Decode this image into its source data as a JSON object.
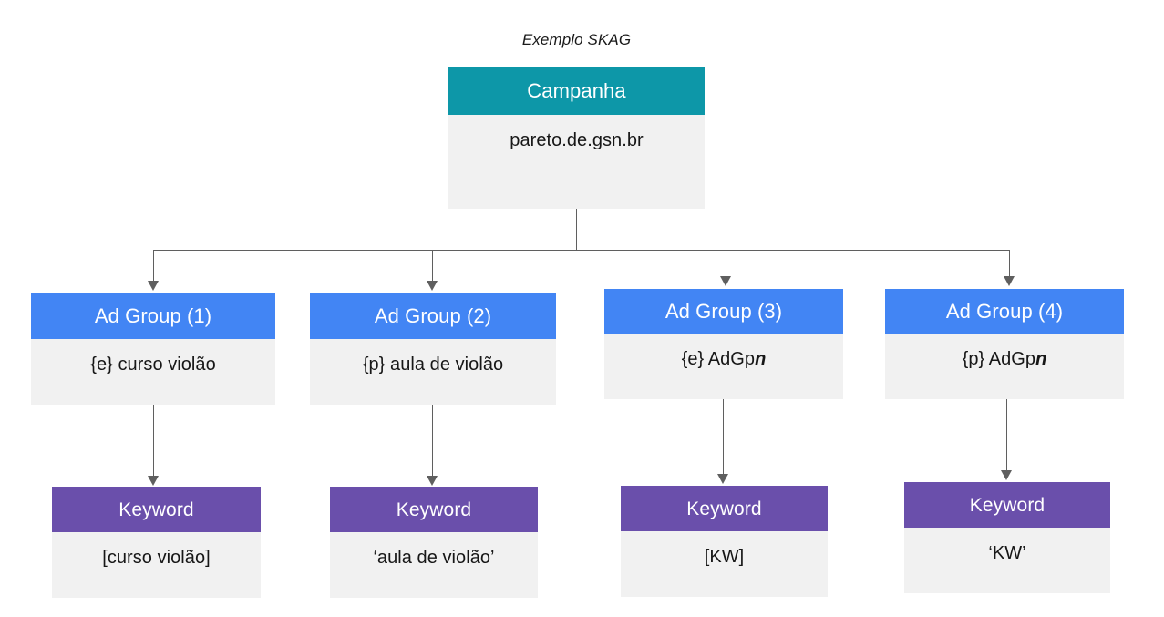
{
  "diagram": {
    "title": "Exemplo SKAG",
    "colors": {
      "campaign_header": "#0d97a8",
      "adgroup_header": "#4285f4",
      "keyword_header": "#6a4fab",
      "body_background": "#f1f1f1",
      "connector": "#5f5f5f",
      "page_background": "#ffffff"
    }
  },
  "campaign": {
    "header": "Campanha",
    "body": "pareto.de.gsn.br"
  },
  "ad_groups": [
    {
      "header": "Ad Group (1)",
      "body_prefix": "{e} curso violão",
      "body_italic": ""
    },
    {
      "header": "Ad Group (2)",
      "body_prefix": "{p} aula de violão",
      "body_italic": ""
    },
    {
      "header": "Ad Group (3)",
      "body_prefix": "{e} AdGp",
      "body_italic": "n"
    },
    {
      "header": "Ad Group (4)",
      "body_prefix": "{p} AdGp",
      "body_italic": "n"
    }
  ],
  "keywords": [
    {
      "header": "Keyword",
      "body": "[curso violão]"
    },
    {
      "header": "Keyword",
      "body": "‘aula de violão’"
    },
    {
      "header": "Keyword",
      "body": "[KW]"
    },
    {
      "header": "Keyword",
      "body": "‘KW’"
    }
  ]
}
